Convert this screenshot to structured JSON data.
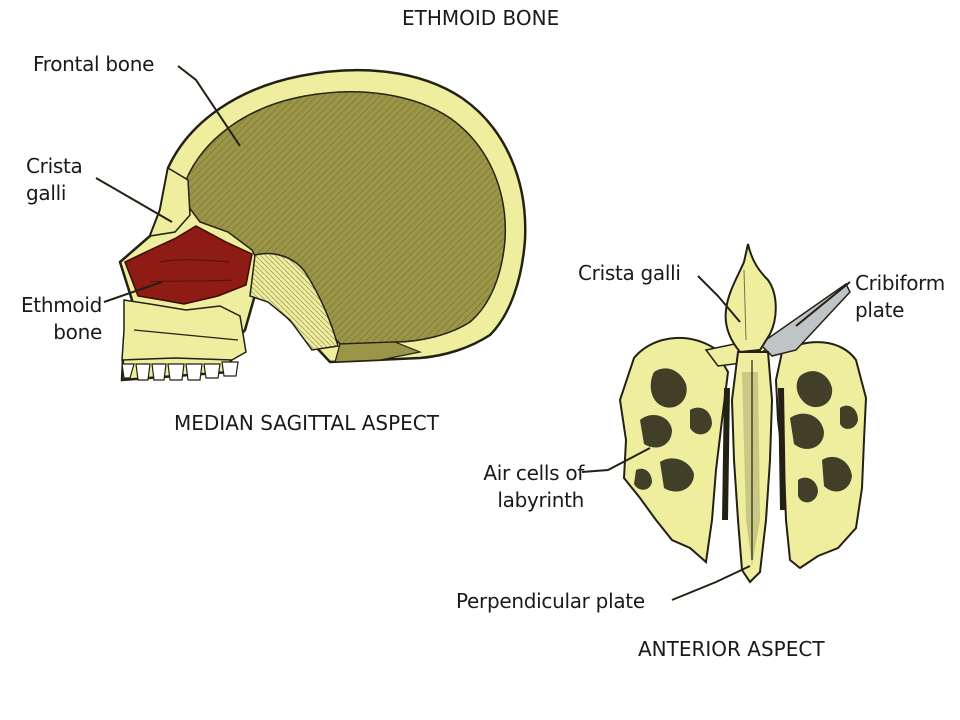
{
  "title": "ETHMOID BONE",
  "colors": {
    "bone": "#EEEE9E",
    "bone_dark": "#9B9548",
    "ethmoid_highlight": "#8E1B14",
    "cribriform_plate": "#BFC5C6",
    "outline": "#232014"
  },
  "median_view": {
    "caption": "MEDIAN SAGITTAL ASPECT",
    "labels": {
      "frontal_bone": "Frontal bone",
      "crista_galli": "Crista\ngalli",
      "ethmoid_bone": "Ethmoid\nbone"
    }
  },
  "anterior_view": {
    "caption": "ANTERIOR ASPECT",
    "labels": {
      "crista_galli": "Crista galli",
      "cribriform_plate": "Cribiform\nplate",
      "air_cells": "Air cells of\nlabyrinth",
      "perpendicular_plate": "Perpendicular plate"
    }
  }
}
